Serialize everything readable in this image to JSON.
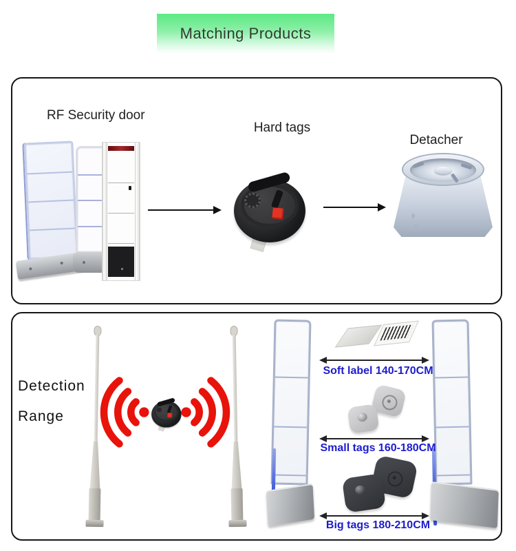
{
  "banner": {
    "title": "Matching Products"
  },
  "flow_section": {
    "door_label": "RF Security door",
    "hard_tags_label": "Hard tags",
    "detacher_label": "Detacher"
  },
  "range_section": {
    "title_line1": "Detection",
    "title_line2": "Range",
    "ranges": [
      {
        "label": "Soft label 140-170CM"
      },
      {
        "label": "Small tags 160-180CM"
      },
      {
        "label": "Big tags 180-210CM"
      }
    ]
  },
  "colors": {
    "banner_green": "#5ce982",
    "signal_red": "#e8130a",
    "range_text_blue": "#1c1ccd"
  }
}
